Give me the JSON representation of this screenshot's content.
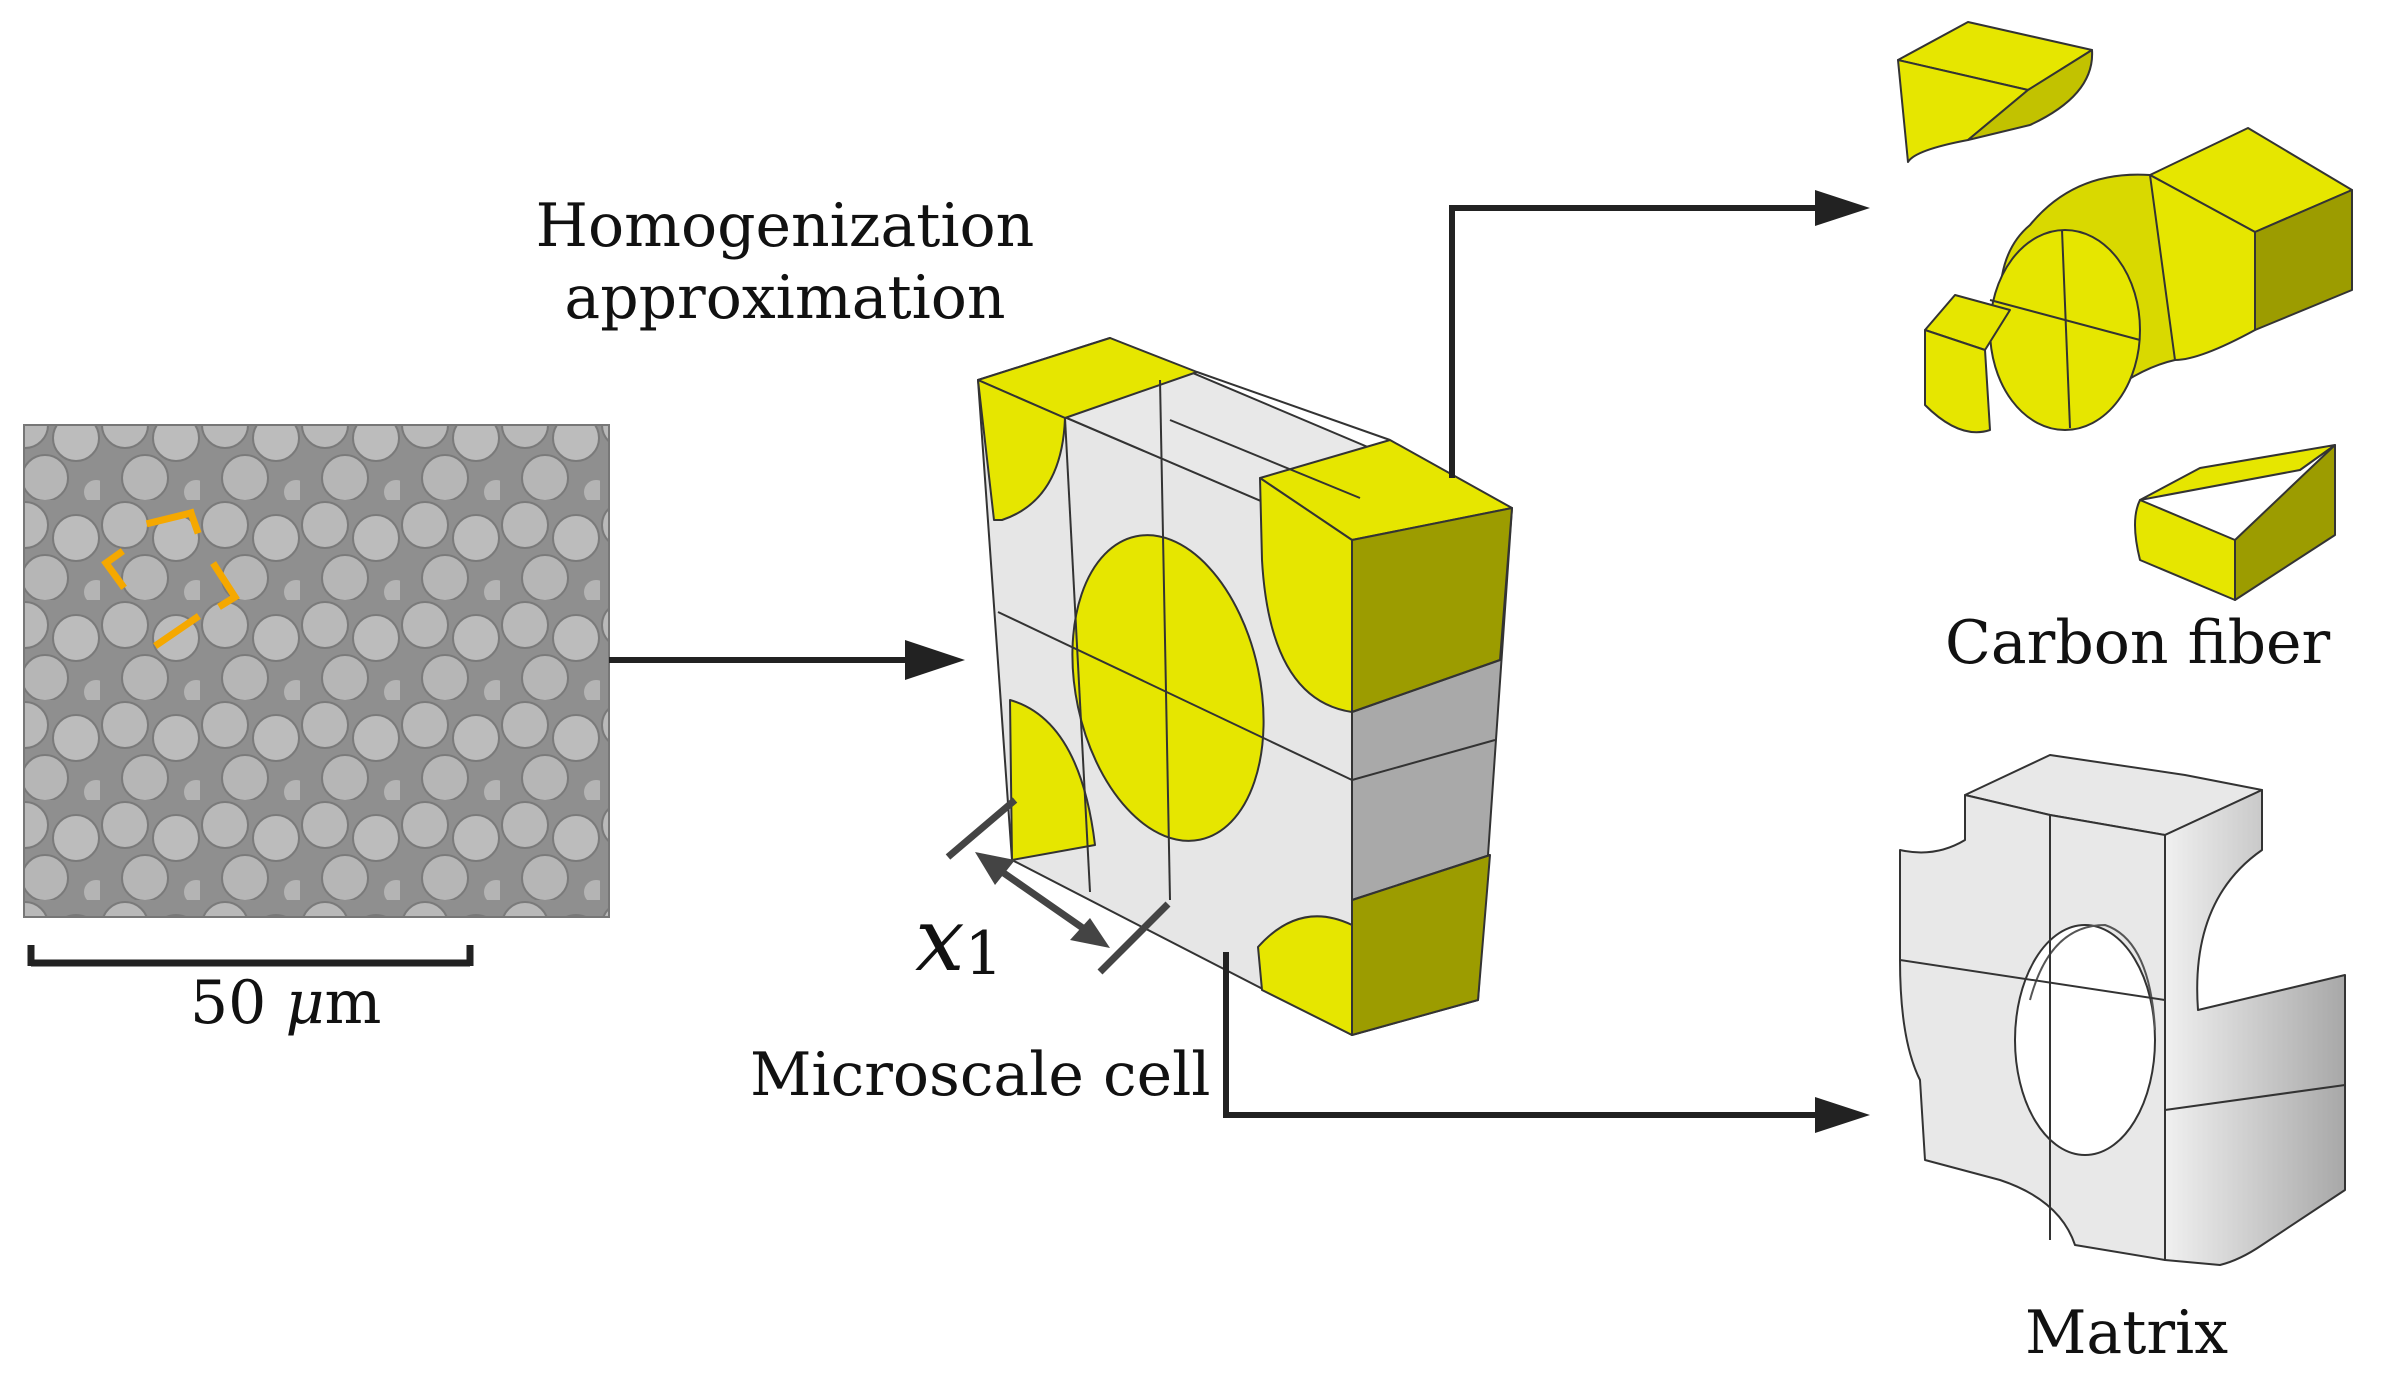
{
  "labels": {
    "homogenization_line1": "Homogenization",
    "homogenization_line2": "approximation",
    "scale_number": "50",
    "scale_unit_mu": "μ",
    "scale_unit_m": "m",
    "microscale_cell": "Microscale cell",
    "x_symbol": "x",
    "x_subscript": "1",
    "carbon_fiber": "Carbon fiber",
    "matrix": "Matrix"
  },
  "colors": {
    "fiber_yellow": "#e6e600",
    "fiber_dark": "#9c9c00",
    "matrix_light": "#e6e6e6",
    "matrix_dark": "#a9a9a9",
    "selection_box": "#f5a800",
    "arrow": "#222222"
  }
}
